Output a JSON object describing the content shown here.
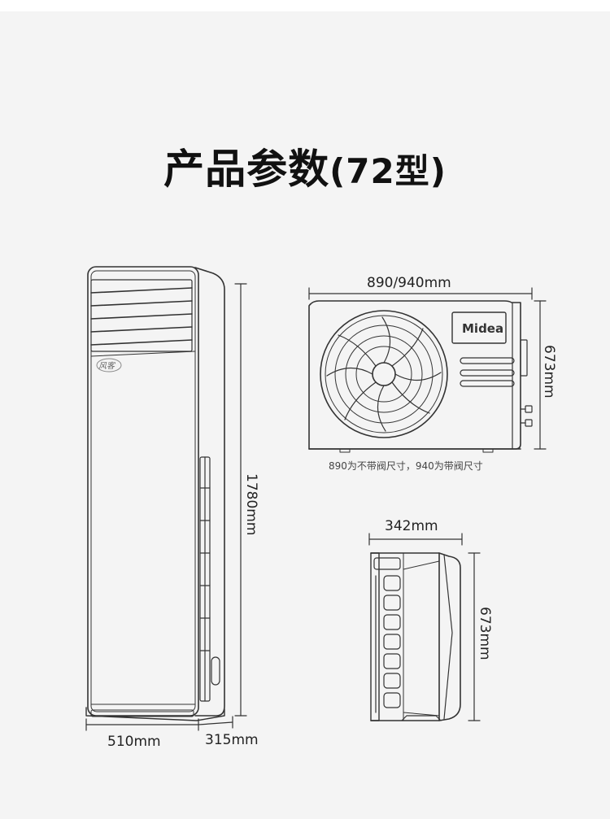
{
  "title": {
    "main": "产品参数",
    "model": "(72型)"
  },
  "indoor_unit": {
    "height_label": "1780mm",
    "width_label": "510mm",
    "depth_label": "315mm",
    "panel_logo": "风客"
  },
  "outdoor_front": {
    "width_label": "890/940mm",
    "height_label": "673mm",
    "brand": "Midea",
    "note": "890为不带阀尺寸，940为带阀尺寸"
  },
  "outdoor_side": {
    "depth_label": "342mm",
    "height_label": "673mm"
  },
  "colors": {
    "background": "#f4f4f4",
    "line": "#333333",
    "text": "#222222"
  },
  "icons": {
    "fan": "fan-grille-icon",
    "brand_logo": "midea-logo-icon"
  }
}
